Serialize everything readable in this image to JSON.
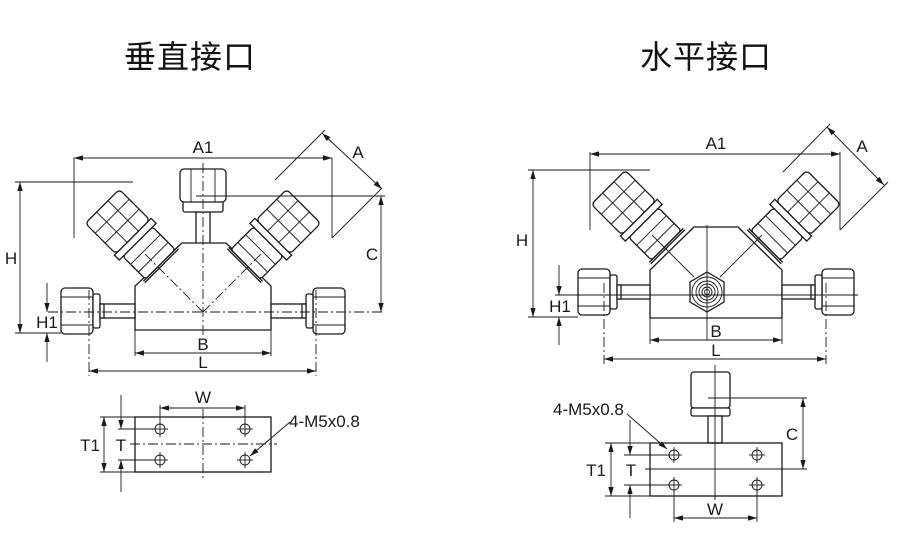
{
  "titles": {
    "vertical": "垂直接口",
    "horizontal": "水平接口"
  },
  "left_view": {
    "dims": {
      "A1": "A1",
      "A": "A",
      "H": "H",
      "H1": "H1",
      "C": "C",
      "B": "B",
      "L": "L"
    },
    "base": {
      "W": "W",
      "T": "T",
      "T1": "T1",
      "thread": "4-M5x0.8"
    }
  },
  "right_view": {
    "dims": {
      "A1": "A1",
      "A": "A",
      "H": "H",
      "H1": "H1",
      "B": "B",
      "L": "L"
    },
    "base": {
      "W": "W",
      "T": "T",
      "T1": "T1",
      "C": "C",
      "thread": "4-M5x0.8"
    }
  },
  "colors": {
    "line": "#1a1a1a",
    "background": "#ffffff"
  }
}
